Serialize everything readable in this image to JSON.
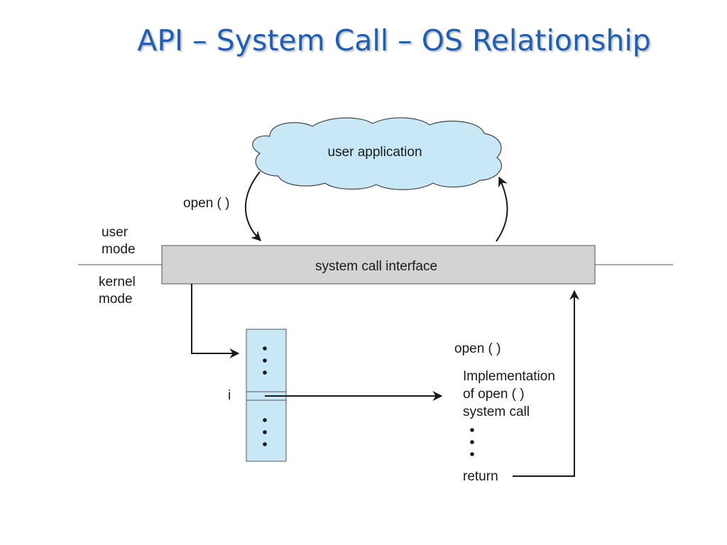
{
  "slide": {
    "title": "API – System Call – OS Relationship"
  },
  "diagram": {
    "user_application": "user application",
    "open_call": "open ( )",
    "user_mode": [
      "user",
      "mode"
    ],
    "kernel_mode": [
      "kernel",
      "mode"
    ],
    "system_call_interface": "system call interface",
    "table_index": "i",
    "impl_heading": "open ( )",
    "impl_lines": [
      "Implementation",
      "of open ( )",
      "system call"
    ],
    "return_label": "return"
  },
  "colors": {
    "title": "#1f5fb3",
    "cloud_fill": "#c8e8f8",
    "table_fill": "#c8e8f8",
    "interface_fill": "#d3d3d3"
  }
}
